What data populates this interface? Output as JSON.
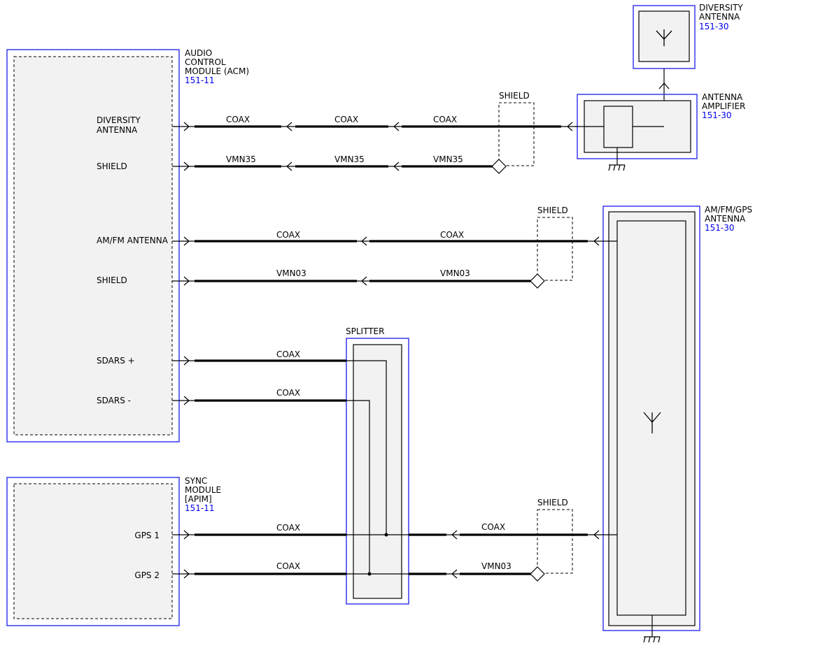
{
  "acm": {
    "title_lines": [
      "AUDIO",
      "CONTROL",
      "MODULE (ACM)"
    ],
    "ref": "151-11",
    "pins": {
      "diversity_lines": [
        "DIVERSITY",
        "ANTENNA"
      ],
      "shield1": "SHIELD",
      "amfm": "AM/FM ANTENNA",
      "shield2": "SHIELD",
      "sdars_pos": "SDARS +",
      "sdars_neg": "SDARS -"
    }
  },
  "sync": {
    "title_lines": [
      "SYNC",
      "MODULE",
      "[APIM]"
    ],
    "ref": "151-11",
    "pins": {
      "gps1": "GPS 1",
      "gps2": "GPS 2"
    }
  },
  "diversity_antenna": {
    "title_lines": [
      "DIVERSITY",
      "ANTENNA"
    ],
    "ref": "151-30"
  },
  "antenna_amplifier": {
    "title_lines": [
      "ANTENNA",
      "AMPLIFIER"
    ],
    "ref": "151-30"
  },
  "amfmgps_antenna": {
    "title_lines": [
      "AM/FM/GPS",
      "ANTENNA"
    ],
    "ref": "151-30"
  },
  "splitter": {
    "title": "SPLITTER"
  },
  "shields": {
    "s1": "SHIELD",
    "s2": "SHIELD",
    "s3": "SHIELD"
  },
  "wires": {
    "div_a": "COAX",
    "div_b": "COAX",
    "div_c": "COAX",
    "sh1_a": "VMN35",
    "sh1_b": "VMN35",
    "sh1_c": "VMN35",
    "amfm_a": "COAX",
    "amfm_b": "COAX",
    "sh2_a": "VMN03",
    "sh2_b": "VMN03",
    "sdp": "COAX",
    "sdn": "COAX",
    "gps1_a": "COAX",
    "gps1_b": "COAX",
    "gps2_a": "COAX",
    "gps2_b": "VMN03"
  }
}
